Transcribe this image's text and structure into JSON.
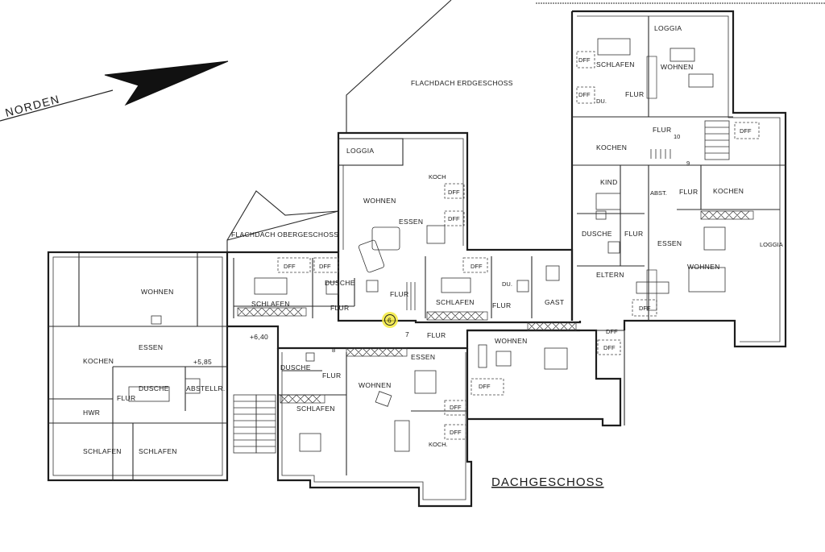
{
  "plan": {
    "north_label": "NORDEN",
    "roof_ground": "FLACHDACH  ERDGESCHOSS",
    "roof_upper": "FLACHDACH OBERGESCHOSS",
    "floor_title": "DACHGESCHOSS",
    "marker_number": "6",
    "colors": {
      "ink": "#1d1d1d",
      "highlight": "#f3ea3c",
      "paper": "#ffffff"
    }
  },
  "rooms": {
    "wohnen_w": "WOHNEN",
    "kochen_w": "KOCHEN",
    "essen_w": "ESSEN",
    "level_585": "+5,85",
    "level_640": "+6,40",
    "dusche_w": "DUSCHE",
    "abstellr_w": "ABSTELLR.",
    "flur_w": "FLUR",
    "hwr_w": "HWR",
    "schlafen_w1": "SCHLAFEN",
    "schlafen_w2": "SCHLAFEN",
    "schlafen_nw": "SCHLAFEN",
    "dff_a": "DFF",
    "dff_b": "DFF",
    "dusche_nw": "DUSCHE",
    "flur_nw": "FLUR",
    "loggia_c": "LOGGIA",
    "wohnen_c": "WOHNEN",
    "essen_c": "ESSEN",
    "koch_c": "KOCH",
    "dff_c1": "DFF",
    "dff_c2": "DFF",
    "flur_c": "FLUR",
    "schlafen_c": "SCHLAFEN",
    "dff_c3": "DFF",
    "du_c": "DU.",
    "flur_c2": "FLUR",
    "gast_c": "GAST",
    "seven": "7",
    "flur_7": "FLUR",
    "eight": "8",
    "dusche_s": "DUSCHE",
    "flur_s": "FLUR",
    "schlafen_s": "SCHLAFEN",
    "wohnen_s": "WOHNEN",
    "essen_s": "ESSEN",
    "koch_s": "KOCH.",
    "dff_s1": "DFF",
    "dff_s2": "DFF",
    "dff_s3": "DFF",
    "wohnen_se": "WOHNEN",
    "dff_se1": "DFF",
    "dff_se2": "DFF",
    "loggia_ne": "LOGGIA",
    "schlafen_ne": "SCHLAFEN",
    "wohnen_ne": "WOHNEN",
    "dff_ne1": "DFF",
    "dff_ne2": "DFF",
    "du_ne": "DU.",
    "flur_ne": "FLUR",
    "kochen_ne": "KOCHEN",
    "flur_ne2": "FLUR",
    "ten": "10",
    "dff_ne3": "DFF",
    "nine": "9",
    "kind_e": "KIND",
    "abst_e": "ABST.",
    "flur_e": "FLUR",
    "kochen_e": "KOCHEN",
    "dusche_e": "DUSCHE",
    "flur_e2": "FLUR",
    "essen_e": "ESSEN",
    "loggia_e": "LOGGIA",
    "eltern_e": "ELTERN",
    "wohnen_e": "WOHNEN",
    "dff_e": "DFF"
  }
}
